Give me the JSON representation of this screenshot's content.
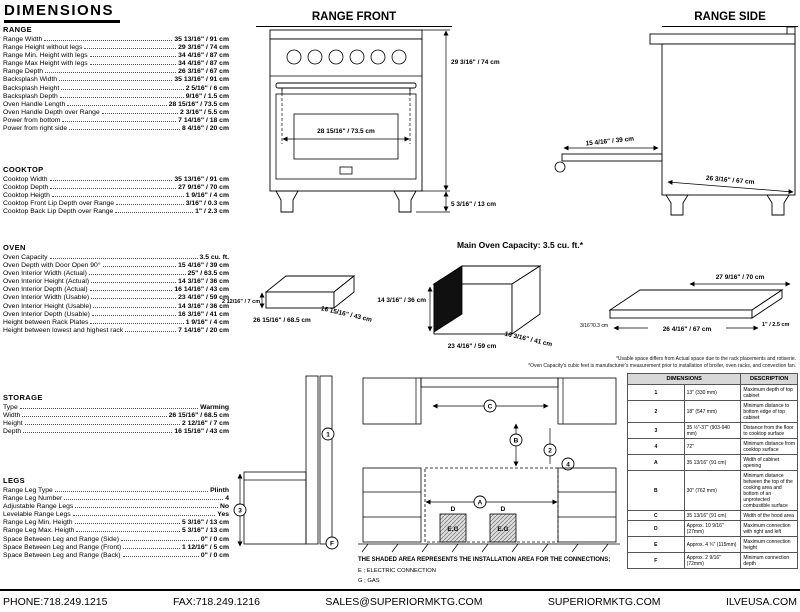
{
  "page": {
    "title": "DIMENSIONS"
  },
  "sections": {
    "range": {
      "title": "RANGE",
      "rows": [
        {
          "label": "Range Width",
          "value": "35 13/16\" / 91 cm"
        },
        {
          "label": "Range Height without legs",
          "value": "29 3/16\" / 74 cm"
        },
        {
          "label": "Range Min. Height with legs",
          "value": "34 4/16\" / 87 cm"
        },
        {
          "label": "Range Max Height with legs",
          "value": "34 4/16\" / 87 cm"
        },
        {
          "label": "Range Depth",
          "value": "26 3/16\" / 67 cm"
        },
        {
          "label": "Backsplash Width",
          "value": "35 13/16\" / 91 cm"
        },
        {
          "label": "Backsplash Height",
          "value": "2 5/16\" / 6 cm"
        },
        {
          "label": "Backsplash Depth",
          "value": "9/16\" / 1.5 cm"
        },
        {
          "label": "Oven Handle Length",
          "value": "28 15/16\" / 73.5 cm"
        },
        {
          "label": "Oven Handle Depth over Range",
          "value": "2 3/16\" / 5.5 cm"
        },
        {
          "label": "Power from bottom",
          "value": "7 14/16\" / 18 cm"
        },
        {
          "label": "Power from right side",
          "value": "8 4/16\" / 20 cm"
        }
      ]
    },
    "cooktop": {
      "title": "COOKTOP",
      "rows": [
        {
          "label": "Cooktop Width",
          "value": "35 13/16\" / 91 cm"
        },
        {
          "label": "Cooktop Depth",
          "value": "27 9/16\" / 70 cm"
        },
        {
          "label": "Cooktop Heigth",
          "value": "1 9/16\" / 4 cm"
        },
        {
          "label": "Cooktop Front Lip Depth over Range",
          "value": "3/16\" / 0.3 cm"
        },
        {
          "label": "Cooktop Back Lip Depth over Range",
          "value": "1\" / 2.3 cm"
        }
      ]
    },
    "oven": {
      "title": "OVEN",
      "rows": [
        {
          "label": "Oven Capacity",
          "value": "3.5 cu. ft."
        },
        {
          "label": "Oven Depth with Door Open 90°",
          "value": "15 4/16\" / 39 cm"
        },
        {
          "label": "Oven Interior Width (Actual)",
          "value": "25\" / 63.5 cm"
        },
        {
          "label": "Oven Interior Height (Actual)",
          "value": "14 3/16\" / 36 cm"
        },
        {
          "label": "Oven Interior Depth (Actual)",
          "value": "16 14/16\" / 43 cm"
        },
        {
          "label": "Oven Interior Width (Usable)",
          "value": "23 4/16\" / 59 cm"
        },
        {
          "label": "Oven Interior Height (Usable)",
          "value": "14 3/16\" / 36 cm"
        },
        {
          "label": "Oven Interior Depth (Usable)",
          "value": "16 3/16\" / 41 cm"
        },
        {
          "label": "Height between Rack Plates",
          "value": "1 9/16\" / 4 cm"
        },
        {
          "label": "Height between lowest and highest rack",
          "value": "7 14/16\" / 20 cm"
        }
      ]
    },
    "storage": {
      "title": "STORAGE",
      "rows": [
        {
          "label": "Type",
          "value": "Warming"
        },
        {
          "label": "Width",
          "value": "26 15/16\" / 68.5 cm"
        },
        {
          "label": "Height",
          "value": "2 12/16\" / 7 cm"
        },
        {
          "label": "Depth",
          "value": "16 15/16\" / 43 cm"
        }
      ]
    },
    "legs": {
      "title": "LEGS",
      "rows": [
        {
          "label": "Range Leg Type",
          "value": "Plinth"
        },
        {
          "label": "Range Leg Number",
          "value": "4"
        },
        {
          "label": "Adjustable Range Legs",
          "value": "No"
        },
        {
          "label": "Levelable Range Legs",
          "value": "Yes"
        },
        {
          "label": "Range Leg Min. Heigth",
          "value": "5 3/16\" / 13 cm"
        },
        {
          "label": "Range Leg Max. Heigth",
          "value": "5 3/16\" / 13 cm"
        },
        {
          "label": "Space Between Leg and Range (Side)",
          "value": "0\" / 0 cm"
        },
        {
          "label": "Space Between Leg and Range (Front)",
          "value": "1 12/16\" / 5 cm"
        },
        {
          "label": "Space Between Leg and Range (Back)",
          "value": "0\" / 0 cm"
        }
      ]
    }
  },
  "front_view": {
    "heading": "RANGE FRONT",
    "dim_height": "29 3/16\" / 74 cm",
    "dim_handle": "28 15/16\" / 73.5 cm",
    "dim_leg": "5 3/16\" / 13 cm"
  },
  "side_view": {
    "heading": "RANGE SIDE",
    "dim_door": "15 4/16\" / 39 cm",
    "dim_depth": "26 3/16\" / 67 cm"
  },
  "capacity": {
    "title": "Main Oven Capacity: 3.5 cu. ft.*",
    "drawer": {
      "height": "2 12/16\" / 7 cm",
      "width": "26 15/16\" / 68.5 cm",
      "depth": "16 15/16\" / 43 cm"
    },
    "oven_box": {
      "height": "14 3/16\" / 36 cm",
      "width": "23 4/16\" / 59 cm",
      "depth": "16 3/16\" / 41 cm"
    },
    "cooktop_box": {
      "depth": "27 9/16\" / 70 cm",
      "width": "26 4/16\" / 67 cm",
      "lip": "1\" / 2.5 cm",
      "front_lip": "3/16\"/0.3 cm"
    },
    "notes": [
      "*Usable space differs from Actual space due to the rack placements and rotiserie.",
      "*Oven Capacity's cubic feet is manufacturer's measurement prior to installation of broiler, oven racks, and convection fan."
    ]
  },
  "install": {
    "note_line1": "THE SHADED AREA REPRESENTS THE INSTALLATION AREA FOR THE CONNECTIONS;",
    "note_line2": "E ; ELECTRIC CONNECTION",
    "note_line3": "G ; GAS",
    "refs": {
      "r1": "1",
      "r2": "2",
      "r3": "3",
      "r4": "4",
      "ra": "A",
      "rb": "B",
      "rc": "C",
      "rd": "D",
      "reg": "E.G",
      "rf": "F"
    }
  },
  "table": {
    "headers": [
      "DIMENSIONS",
      "DESCRIPTION"
    ],
    "rows": [
      {
        "ref": "1",
        "dim": "13\" (330 mm)",
        "desc": "Maximum depth of top cabinet"
      },
      {
        "ref": "2",
        "dim": "18\" (547 mm)",
        "desc": "Minimum distance to bottom edge of top cabinet"
      },
      {
        "ref": "3",
        "dim": "35 ½\"-37\" (903-940 mm)",
        "desc": "Distance from the floor to cooktop surface"
      },
      {
        "ref": "4",
        "dim": "72\"",
        "desc": "Minimum distance from cooktop surface"
      },
      {
        "ref": "A",
        "dim": "35 13/16\" (91 cm)",
        "desc": "Width of cabinet opening"
      },
      {
        "ref": "B",
        "dim": "30\" (762 mm)",
        "desc": "Minimum distance between the top of the cooking area and bottom of an unprotected combustible surface"
      },
      {
        "ref": "C",
        "dim": "35 13/16\" (91 cm)",
        "desc": "Width of the hood area"
      },
      {
        "ref": "D",
        "dim": "Approx. 10 9/16\" (27mm)",
        "desc": "Maximum connection with right and left"
      },
      {
        "ref": "E",
        "dim": "Approx. 4 ¾\" (115mm)",
        "desc": "Maximum connection height"
      },
      {
        "ref": "F",
        "dim": "Approx. 2 9/16\" (72mm)",
        "desc": "Minimum connection depth"
      }
    ]
  },
  "footer": {
    "items": [
      "PHONE:718.249.1215",
      "FAX:718.249.1216",
      "SALES@SUPERIORMKTG.COM",
      "SUPERIORMKTG.COM",
      "ILVEUSA.COM"
    ]
  }
}
